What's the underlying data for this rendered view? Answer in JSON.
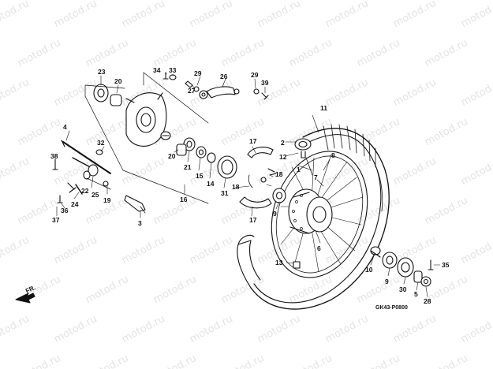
{
  "watermark": "motod.ru",
  "direction_label": "FR.",
  "figure_code": "GK43-P0800",
  "callouts": {
    "c1": "1",
    "c2": "2",
    "c3": "3",
    "c4": "4",
    "c5": "5",
    "c6": "6",
    "c7": "7",
    "c8": "8",
    "c9a": "9",
    "c9b": "9",
    "c10": "10",
    "c11": "11",
    "c12": "12",
    "c13": "13",
    "c14": "14",
    "c15": "15",
    "c16": "16",
    "c17a": "17",
    "c17b": "17",
    "c18a": "18",
    "c18b": "18",
    "c19": "19",
    "c20a": "20",
    "c20b": "20",
    "c21": "21",
    "c22": "22",
    "c23": "23",
    "c24": "24",
    "c25": "25",
    "c26": "26",
    "c27": "27",
    "c28": "28",
    "c29a": "29",
    "c29b": "29",
    "c30": "30",
    "c31": "31",
    "c32": "32",
    "c33": "33",
    "c34": "34",
    "c35": "35",
    "c36": "36",
    "c37": "37",
    "c38": "38",
    "c39": "39"
  },
  "colors": {
    "ink": "#111111",
    "watermark": "#e4e4e4",
    "background": "#ffffff"
  }
}
